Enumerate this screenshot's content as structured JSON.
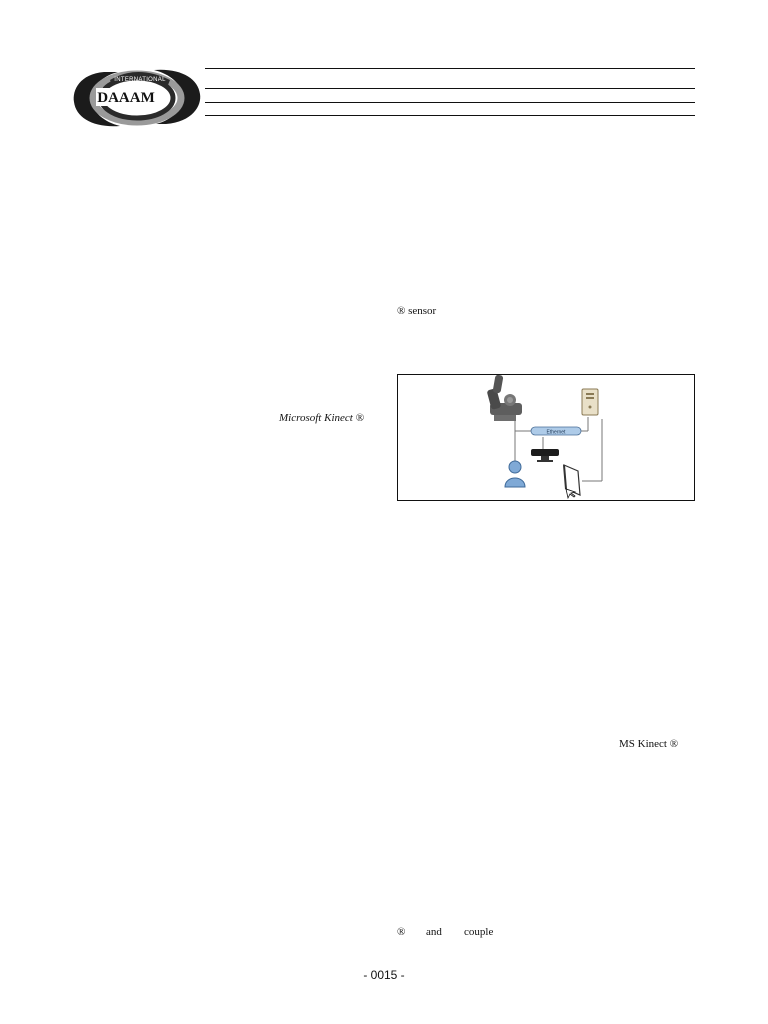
{
  "header": {
    "logo": {
      "wordmark": "DAAAM",
      "arc_text": "INTERNATIONAL"
    }
  },
  "body_fragments": {
    "sensor_text": "® sensor",
    "kinect_caption_italic": "Microsoft Kinect ®",
    "ms_kinect_text": "MS  Kinect  ®",
    "reg_mark": "®",
    "and_word": "and",
    "couple_word": "couple"
  },
  "figure": {
    "ethernet_label": "Ethernet"
  },
  "footer": {
    "page_number": "- 0015 -"
  }
}
